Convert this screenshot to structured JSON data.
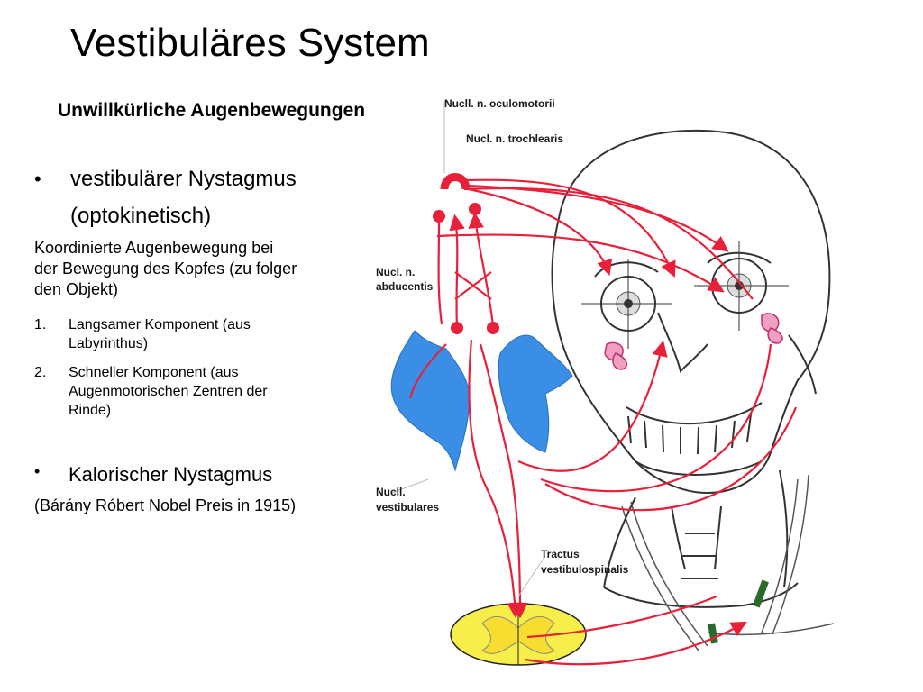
{
  "title": "Vestibuläres System",
  "subtitle": "Unwillkürliche Augenbewegungen",
  "bullet_marker": "•",
  "bullet1": {
    "line1": "vestibulärer Nystagmus",
    "line2": "(optokinetisch)"
  },
  "description": [
    "Koordinierte Augenbewegung bei",
    "der Bewegung des Kopfes (zu folger",
    "den Objekt)"
  ],
  "list": [
    {
      "num": "1.",
      "lines": [
        "Langsamer Komponent (aus",
        "Labyrinthus)"
      ]
    },
    {
      "num": "2.",
      "lines": [
        "Schneller Komponent (aus",
        "Augenmotorischen Zentren der",
        "Rinde)"
      ]
    }
  ],
  "bullet2": "Kalorischer Nystagmus",
  "caption": "(Bárány Róbert Nobel Preis in 1915)",
  "figure_labels": {
    "oculomotorii": "Nucll.  n.  oculomotorii",
    "trochlearis": "Nucl.  n.  trochlearis",
    "abducentis_1": "Nucl.  n.",
    "abducentis_2": "abducentis",
    "vestibulares_1": "Nucll.",
    "vestibulares_2": "vestibulares",
    "tractus_1": "Tractus",
    "tractus_2": "vestibulospinalis"
  },
  "colors": {
    "pathway": "#e8203a",
    "nucleus": "#3a8ee6",
    "spinal_cord": "#f7ee4a",
    "ear": "#f0a0c0"
  }
}
